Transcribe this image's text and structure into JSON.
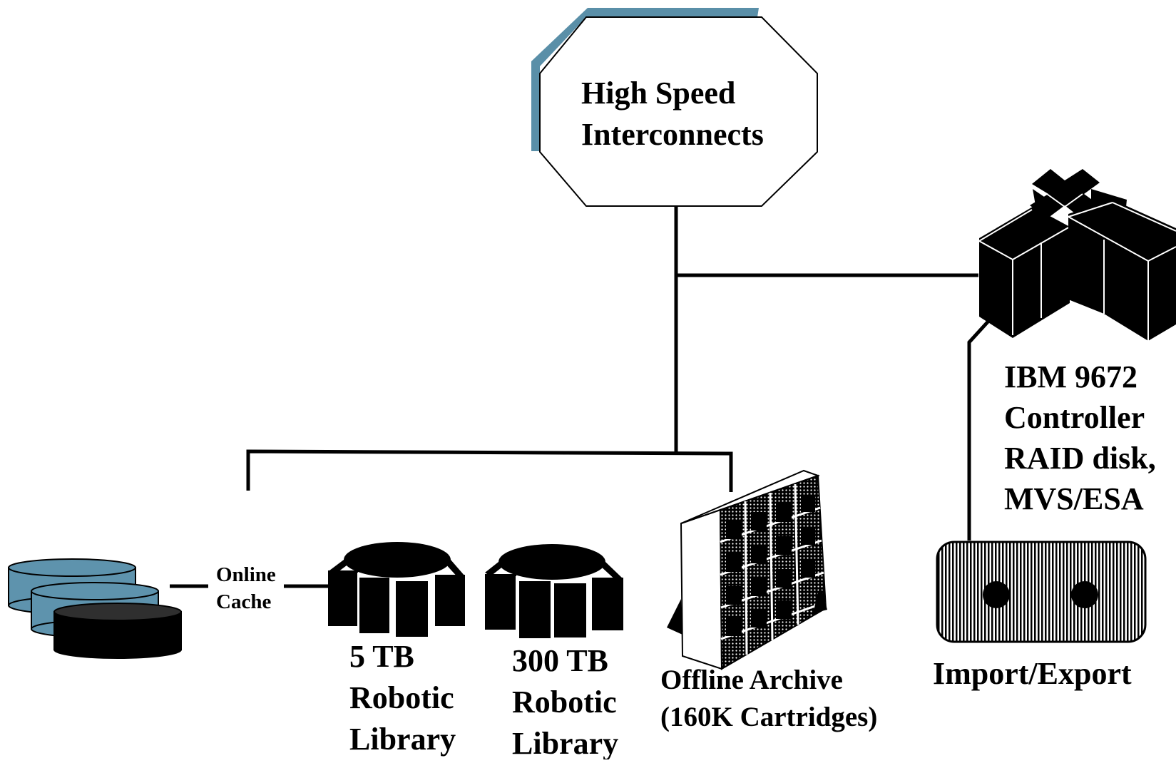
{
  "hub": {
    "line1": "High Speed",
    "line2": "Interconnects"
  },
  "mainframe": {
    "lines": [
      "IBM 9672",
      "Controller",
      "RAID disk,",
      "MVS/ESA"
    ]
  },
  "cache": {
    "line1": "Online",
    "line2": "Cache"
  },
  "library_small": {
    "lines": [
      "5 TB",
      "Robotic",
      "Library"
    ]
  },
  "library_large": {
    "lines": [
      "300 TB",
      "Robotic",
      "Library"
    ]
  },
  "archive": {
    "line1": "Offline Archive",
    "line2": "(160K Cartridges)"
  },
  "import_export": {
    "label": "Import/Export"
  },
  "colors": {
    "accent": "#5a8fa8",
    "disk_blue": "#5e93ad",
    "black": "#000000",
    "white": "#ffffff"
  }
}
